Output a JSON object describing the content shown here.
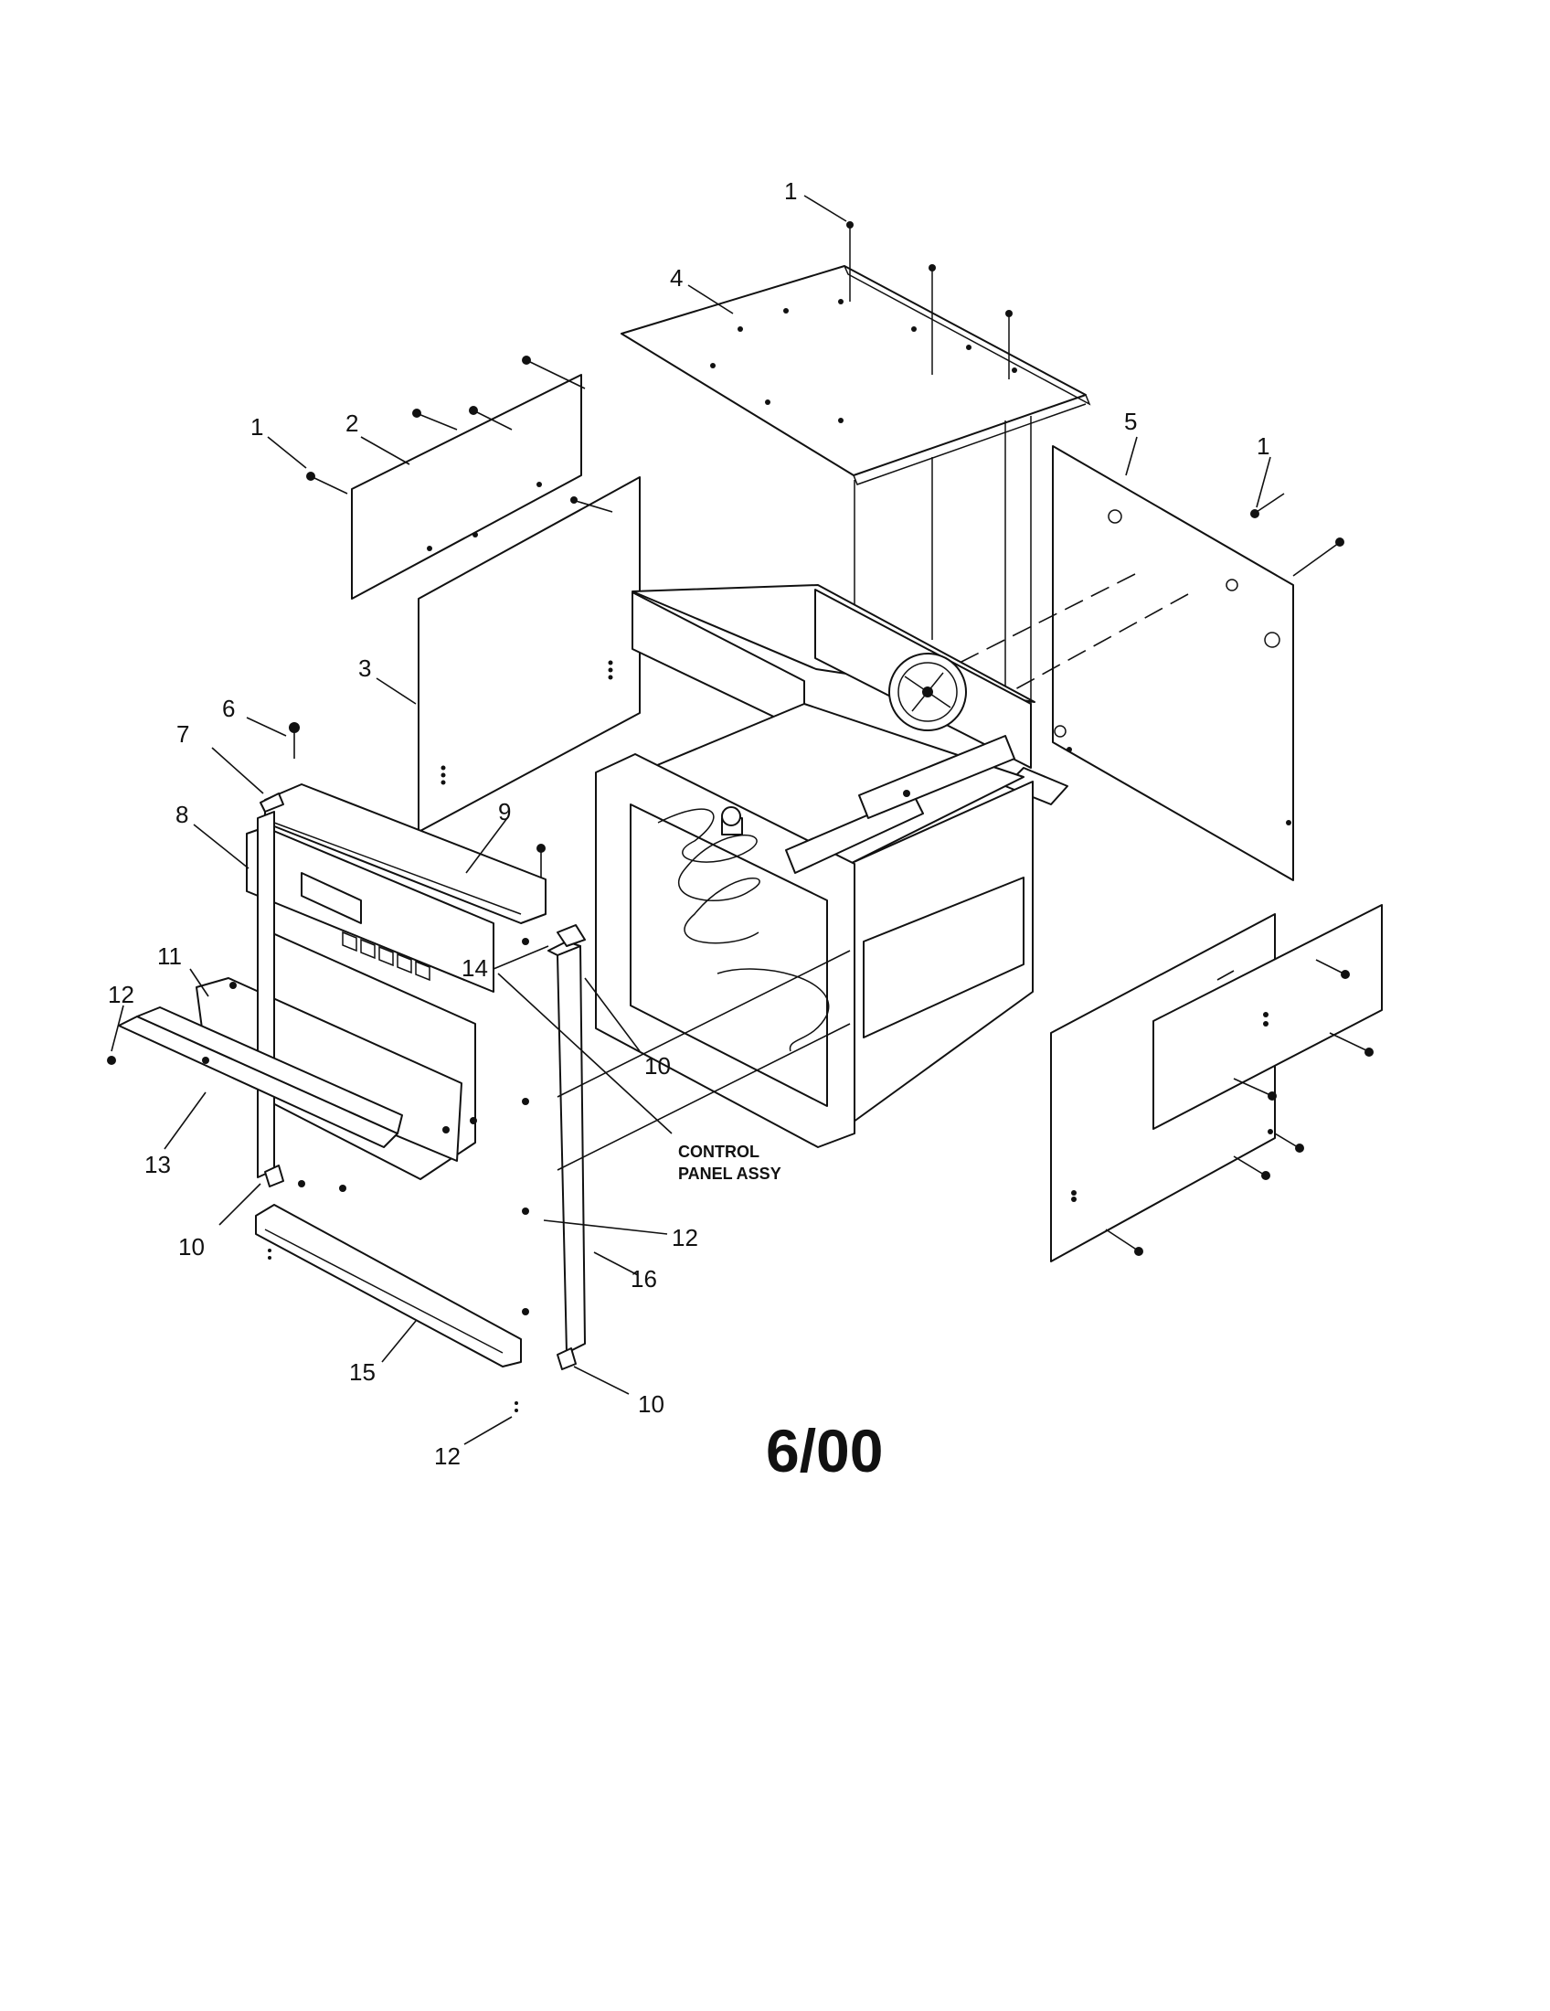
{
  "diagram": {
    "callouts": {
      "c1a": "1",
      "c1b": "1",
      "c1c": "1",
      "c2": "2",
      "c3": "3",
      "c4": "4",
      "c5": "5",
      "c6": "6",
      "c7": "7",
      "c8": "8",
      "c9": "9",
      "c10a": "10",
      "c10b": "10",
      "c10c": "10",
      "c11": "11",
      "c12a": "12",
      "c12b": "12",
      "c12c": "12",
      "c13": "13",
      "c14": "14",
      "c15": "15",
      "c16": "16"
    },
    "note_line1": "CONTROL",
    "note_line2": "PANEL ASSY",
    "date_code": "6/00"
  }
}
